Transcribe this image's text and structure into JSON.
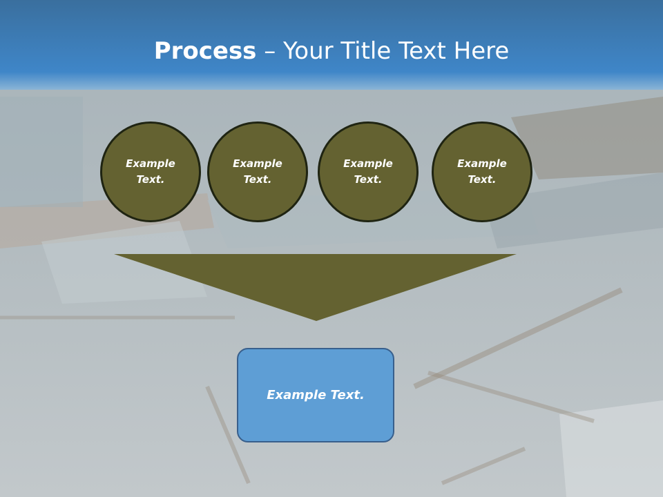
{
  "title": {
    "bold": "Process",
    "rest": " – Your Title Text Here"
  },
  "circles": [
    {
      "label": "Example Text."
    },
    {
      "label": "Example Text."
    },
    {
      "label": "Example Text."
    },
    {
      "label": "Example Text."
    }
  ],
  "result_box": {
    "label": "Example Text."
  },
  "colors": {
    "header_blue": "#3b7fbe",
    "circle_fill": "#646231",
    "arrow_fill": "#646231",
    "box_fill": "#5e9ed5"
  },
  "background_image": "storm-damaged-houses-photo"
}
